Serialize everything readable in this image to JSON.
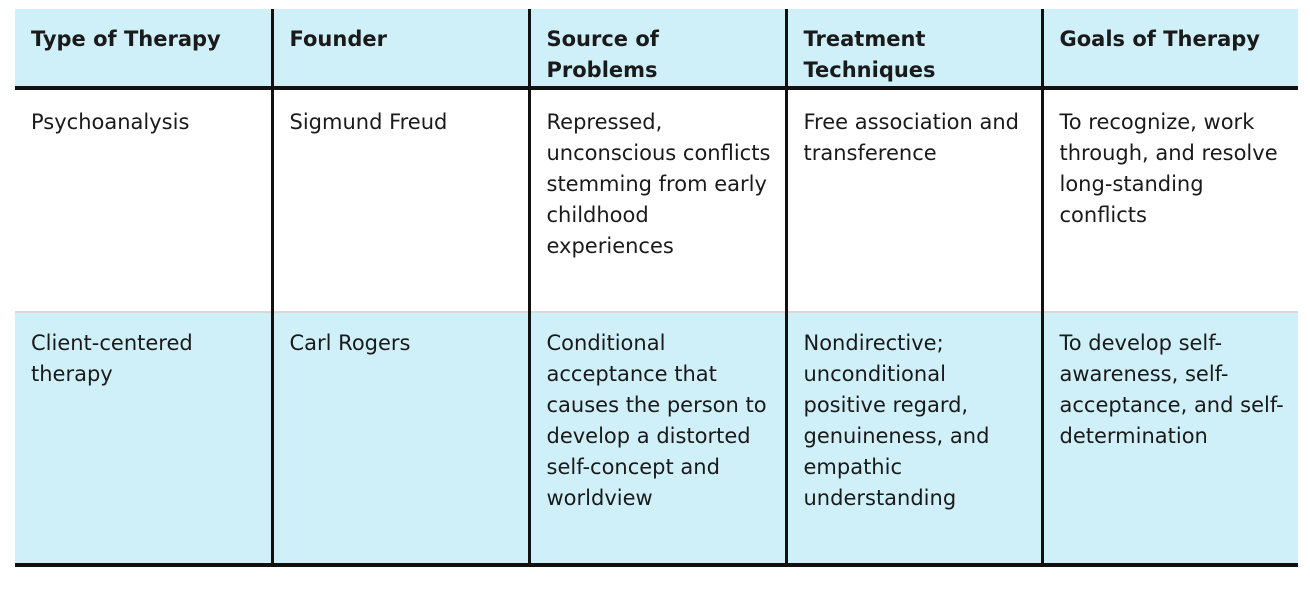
{
  "table": {
    "headers": [
      "Type of Therapy",
      "Founder",
      "Source of Problems",
      "Treatment Techniques",
      "Goals of Therapy"
    ],
    "rows": [
      [
        "Psychoanalysis",
        "Sigmund Freud",
        "Repressed, unconscious conflicts stemming from early childhood experiences",
        "Free association and transference",
        "To recognize, work through, and resolve long-standing conflicts"
      ],
      [
        "Client-centered therapy",
        "Carl Rogers",
        "Conditional acceptance that causes the person to develop a distorted self-concept and worldview",
        "Nondirective; unconditional positive regard, genuineness, and empathic understanding",
        "To develop self-awareness, self-acceptance, and self-determination"
      ]
    ]
  },
  "colors": {
    "header_bg": "#cff0f8",
    "row_alt_bg": "#cff0f8",
    "border": "#111111"
  }
}
